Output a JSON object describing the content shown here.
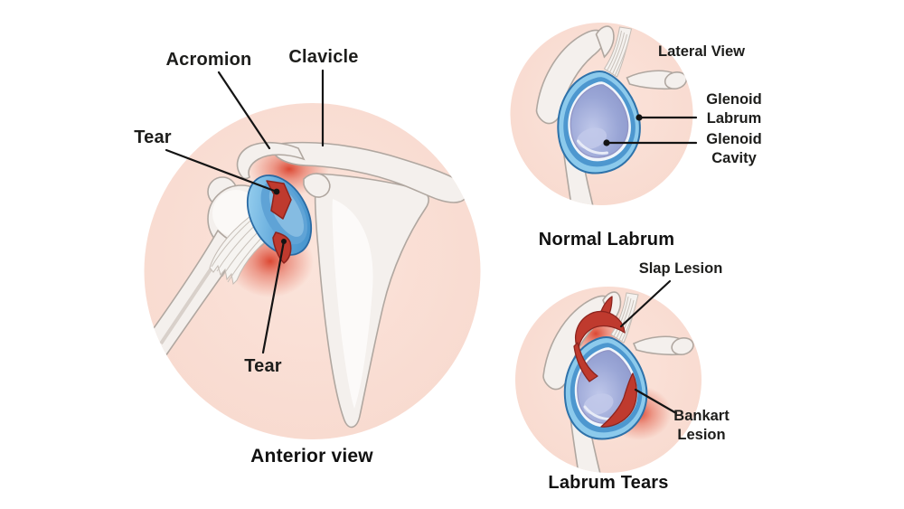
{
  "figure": {
    "type": "medical-illustration",
    "subject": "Shoulder glenoid labrum tears diagram"
  },
  "colors": {
    "background": "#ffffff",
    "panel_circle_pink": "#fadfd6",
    "bone": "#f4f0ed",
    "bone_outline": "#b0a7a0",
    "labrum_blue_light": "#9bd5f2",
    "labrum_blue": "#5aa3d8",
    "labrum_blue_dark": "#2e72aa",
    "cavity_blue": "#9aa6d6",
    "tear_red": "#bf3a2e",
    "tear_red_dark": "#8c241e",
    "inflammation_glow": "#dd4030",
    "text": "#1d1d1b",
    "leader_line": "#141414"
  },
  "panels": {
    "anterior": {
      "caption": "Anterior view",
      "labels": {
        "acromion": "Acromion",
        "clavicle": "Clavicle",
        "tear_top": "Tear",
        "tear_bottom": "Tear"
      }
    },
    "normal_labrum": {
      "view_title": "Lateral View",
      "caption": "Normal Labrum",
      "labels": {
        "glenoid_labrum": [
          "Glenoid",
          "Labrum"
        ],
        "glenoid_cavity": [
          "Glenoid",
          "Cavity"
        ]
      }
    },
    "labrum_tears": {
      "caption": "Labrum Tears",
      "labels": {
        "slap_lesion": "Slap Lesion",
        "bankart_lesion": [
          "Bankart",
          "Lesion"
        ]
      }
    }
  }
}
